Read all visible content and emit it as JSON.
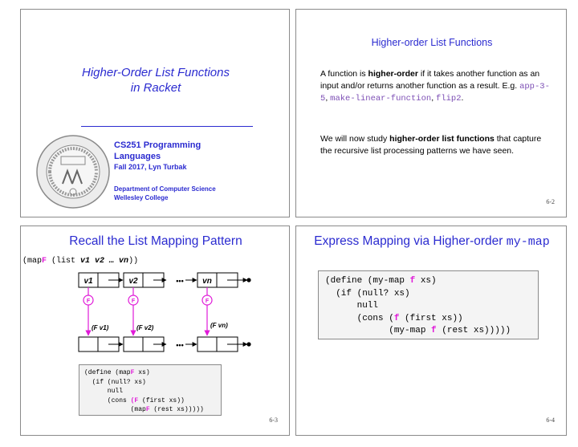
{
  "slide1": {
    "title_line1": "Higher-Order List Functions",
    "title_line2": "in Racket",
    "course_line1": "CS251 Programming",
    "course_line2": "Languages",
    "term": "Fall 2017, Lyn Turbak",
    "dept_line1": "Department of Computer Science",
    "dept_line2": "Wellesley College"
  },
  "slide2": {
    "title": "Higher-order List Functions",
    "p1_pre": "A function is ",
    "p1_bold": "higher-order",
    "p1_post": " if it takes another function as an input and/or returns another function as a result. E.g. ",
    "p1_code1": "app-3-5",
    "p1_sep1": ", ",
    "p1_code2": "make-linear-function",
    "p1_sep2": ", ",
    "p1_code3": "flip2",
    "p1_end": ".",
    "p2_pre": "We will now study ",
    "p2_bold": "higher-order list functions",
    "p2_post": " that capture the recursive list processing patterns we have seen.",
    "page": "6-2"
  },
  "slide3": {
    "title": "Recall the List Mapping Pattern",
    "expr_pre": "(map",
    "expr_F": "F",
    "expr_mid": " (list ",
    "expr_args": "v1 v2 … vn",
    "expr_end": "))",
    "v1": "v1",
    "v2": "v2",
    "vn": "vn",
    "f": "F",
    "fv1": "(F v1)",
    "fv2": "(F v2)",
    "fvn": "(F vn)",
    "dots": "•••",
    "code": {
      "l1a": "(define (map",
      "l1F": "F",
      "l1b": " xs)",
      "l2": "  (if (null? xs)",
      "l3": "      null",
      "l4a": "      (cons ",
      "l4F": "(F",
      "l4b": " (first xs))",
      "l5a": "            (map",
      "l5F": "F",
      "l5b": " (rest xs)))))"
    },
    "page": "6-3"
  },
  "slide4": {
    "title_text": "Express Mapping via Higher-order ",
    "title_code": "my-map",
    "code": {
      "l1a": "(define (my-map ",
      "l1f": "f",
      "l1b": " xs)",
      "l2": "  (if (null? xs)",
      "l3": "      null",
      "l4a": "      (cons (",
      "l4f": "f",
      "l4b": " (first xs))",
      "l5a": "            (my-map ",
      "l5f": "f",
      "l5b": " (rest xs)))))"
    },
    "page": "6-4"
  },
  "colors": {
    "title_blue": "#2b2bd0",
    "highlight_magenta": "#e01ad8",
    "code_purple": "#7d4fb5"
  }
}
